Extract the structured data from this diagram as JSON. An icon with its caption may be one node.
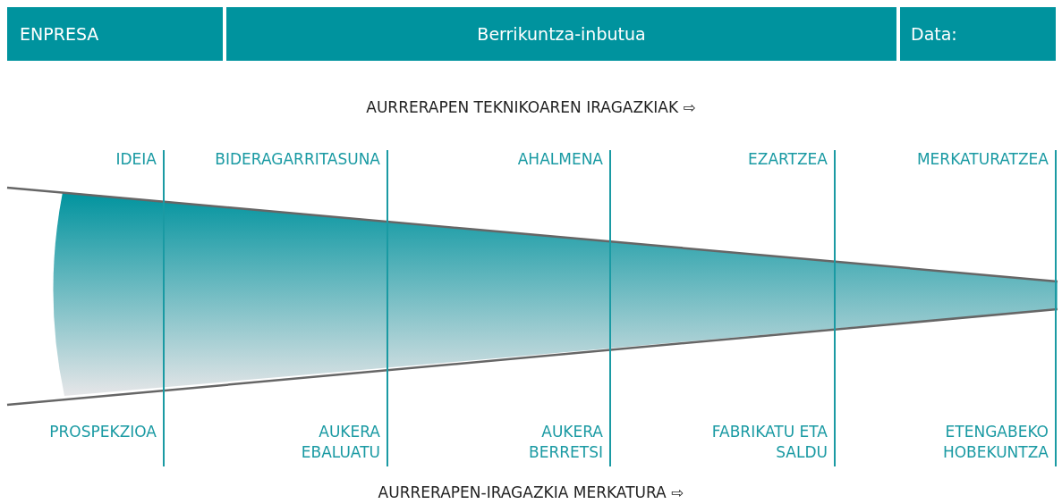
{
  "diagram": {
    "nodes": [
      {
        "text": [
          "ENPRESA"
        ]
      },
      {
        "text": [
          "Berrikuntza-inbutua"
        ]
      },
      {
        "text": [
          "Data:"
        ]
      }
    ],
    "labels": [
      "AURRERAPEN TEKNIKOAREN IRAGAZKIAK ⇨",
      "IDEIA",
      "BIDERAGARRITASUNA",
      "AHALMENA",
      "EZARTZEA",
      "MERKATURATZEA",
      "PROSPEKZIOA",
      "AUKERA EBALUATU",
      "AUKERA BERRETSI",
      "FABRIKATU ETA SALDU",
      "ETENGABEKO HOBEKUNTZA",
      "AURRERAPEN-IRAGAZKIA MERKATURA ⇨"
    ]
  }
}
